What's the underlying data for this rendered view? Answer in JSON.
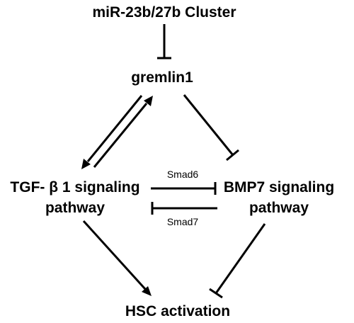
{
  "nodes": {
    "mirna_cluster": "miR-23b/27b Cluster",
    "gremlin1": "gremlin1",
    "tgfb1_line1": "TGF- β 1 signaling",
    "tgfb1_line2": "pathway",
    "bmp7_line1": "BMP7 signaling",
    "bmp7_line2": "pathway",
    "hsc_activation": "HSC activation"
  },
  "edge_labels": {
    "smad6": "Smad6",
    "smad7": "Smad7"
  },
  "edges": [
    {
      "from": "mirna_cluster",
      "to": "gremlin1",
      "type": "inhibition"
    },
    {
      "from": "gremlin1",
      "to": "tgfb1",
      "type": "activation"
    },
    {
      "from": "tgfb1",
      "to": "gremlin1",
      "type": "activation"
    },
    {
      "from": "gremlin1",
      "to": "bmp7",
      "type": "inhibition"
    },
    {
      "from": "tgfb1",
      "to": "bmp7",
      "type": "inhibition",
      "label": "Smad6"
    },
    {
      "from": "bmp7",
      "to": "tgfb1",
      "type": "inhibition",
      "label": "Smad7"
    },
    {
      "from": "tgfb1",
      "to": "hsc_activation",
      "type": "activation"
    },
    {
      "from": "bmp7",
      "to": "hsc_activation",
      "type": "inhibition"
    }
  ]
}
